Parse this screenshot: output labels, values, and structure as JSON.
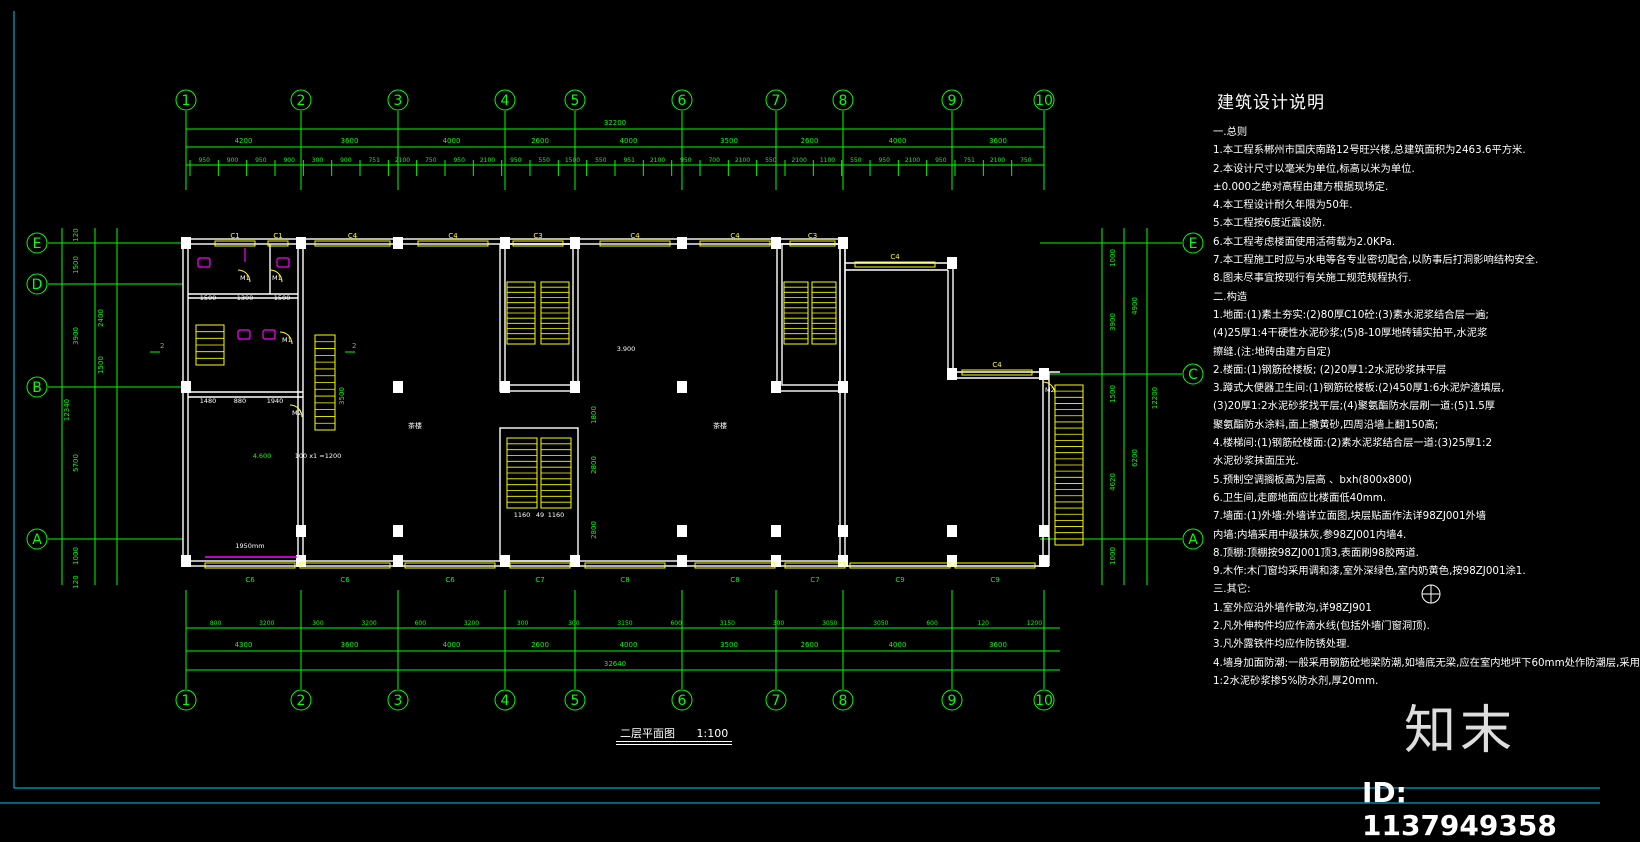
{
  "drawing": {
    "title": "二层平面图",
    "scale": "1:100",
    "axes_columns": [
      "1",
      "2",
      "3",
      "4",
      "5",
      "6",
      "7",
      "8",
      "9",
      "10"
    ],
    "axes_rows": [
      "E",
      "D",
      "B",
      "A",
      "C"
    ],
    "overall_top": "32200",
    "overall_bottom": "32640",
    "top_spans": [
      "4200",
      "3600",
      "4000",
      "2600",
      "4000",
      "3500",
      "2600",
      "4000",
      "3600"
    ],
    "bottom_spans": [
      "4300",
      "3600",
      "4000",
      "2600",
      "4000",
      "3500",
      "2600",
      "4000",
      "3600"
    ],
    "bottom_detail": [
      "800",
      "3200",
      "300",
      "3200",
      "600",
      "3200",
      "300",
      "300",
      "3150",
      "600",
      "3150",
      "300",
      "3050",
      "3050",
      "600",
      "120",
      "1200"
    ],
    "window_labels_top": [
      "C1",
      "C1",
      "C4",
      "C4",
      "C3",
      "C4",
      "C4",
      "C3",
      "C4",
      "C4"
    ],
    "window_labels_bottom": [
      "C6",
      "C6",
      "C6",
      "C7",
      "C8",
      "C8",
      "C7",
      "C9",
      "C9"
    ],
    "door_labels": [
      "M1",
      "M1",
      "M1",
      "M2",
      "M2"
    ],
    "room_labels": [
      "茶楼",
      "茶楼"
    ],
    "left_dims": [
      "1500",
      "3900",
      "2400",
      "1500",
      "12340",
      "5700",
      "1000",
      "120"
    ],
    "right_dims": [
      "1000",
      "3900",
      "4900",
      "1500",
      "12200",
      "6200",
      "4620",
      "1000"
    ],
    "misc": [
      "4.600",
      "3.900",
      "100 x1 =1200",
      "1950mm",
      "1160",
      "1160",
      "49",
      "1800",
      "2800",
      "2800",
      "3500",
      "1480",
      "880",
      "1940",
      "1300",
      "1500",
      "1500"
    ]
  },
  "notes": {
    "title": "建筑设计说明",
    "lines": [
      "一.总则",
      "1.本工程系郴州市国庆南路12号旺兴楼,总建筑面积为2463.6平方米.",
      "2.本设计尺寸以毫米为单位,标高以米为单位.",
      "±0.000之绝对高程由建方根据现场定.",
      "4.本工程设计耐久年限为50年.",
      "5.本工程按6度近震设防.",
      "6.本工程考虑楼面使用活荷载为2.0KPa.",
      "7.本工程施工时应与水电等各专业密切配合,以防事后打洞影响结构安全.",
      "8.图未尽事宜按现行有关施工规范规程执行.",
      "二.构造",
      "1.地面:(1)素土夯实:(2)80厚C10砼:(3)素水泥浆结合层一遍;",
      "   (4)25厚1:4干硬性水泥砂浆;(5)8-10厚地砖铺实拍平,水泥浆",
      "   擦缝.(注:地砖由建方自定)",
      "2.楼面:(1)钢筋砼楼板;          (2)20厚1:2水泥砂浆抹平层",
      "3.蹲式大便器卫生间:(1)钢筋砼楼板:(2)450厚1:6水泥炉渣填层,",
      "  (3)20厚1:2水泥砂浆找平层;(4)聚氨酯防水层刷一道:(5)1.5厚",
      "  聚氨酯防水涂料,面上撒黄砂,四周沿墙上翻150高;",
      "4.楼梯间:(1)钢筋砼楼面:(2)素水泥浆结合层一道:(3)25厚1:2",
      "   水泥砂浆抹面压光.",
      "5.预制空调搁板高为层高      、bxh(800x800)",
      "6.卫生间,走廊地面应比楼面低40mm.",
      "7.墙面:(1)外墙:外墙详立面图,块层贴面作法详98ZJ001外墙",
      "   内墙:内墙采用中级抹灰,参98ZJ001内墙4.",
      "8.顶棚:顶棚按98ZJ001顶3,表面刷98胶两道.",
      "9.木作:木门窗均采用调和漆,室外深绿色,室内奶黄色,按98ZJ001涂1.",
      "三.其它:",
      "1.室外应沿外墙作散沟,详98ZJ901",
      "2.凡外伸构件均应作滴水线(包括外墙门窗洞顶).",
      "3.凡外露铁件均应作防锈处理.",
      "4.墙身加面防潮:一般采用钢筋砼地梁防潮,如墙底无梁,应在室内地坪下60mm处作防潮层,采用",
      "   1:2水泥砂浆掺5%防水剂,厚20mm."
    ]
  },
  "watermark": {
    "logo": "知末",
    "id": "ID: 1137949358"
  },
  "colors": {
    "background": "#000000",
    "dimension": "#00ff00",
    "wall": "#ffffff",
    "window": "#ffff00",
    "fixture": "#ff00ff",
    "border": "#00c8ff"
  }
}
